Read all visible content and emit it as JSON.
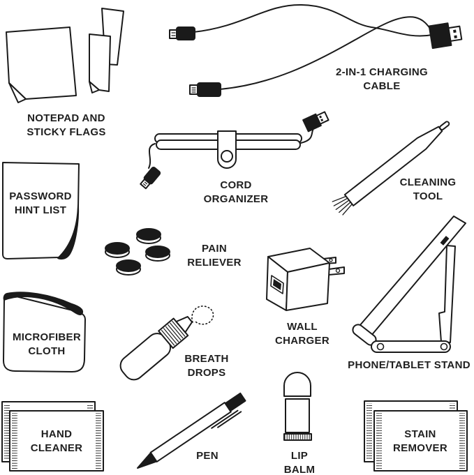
{
  "figure": {
    "background": "#ffffff",
    "line_color": "#1a1a1a",
    "description_items_count": "14"
  },
  "items": [
    {
      "id": "notepad-and-sticky-flags",
      "lines": [
        "NOTEPAD AND",
        "STICKY FLAGS"
      ]
    },
    {
      "id": "charging-cable",
      "lines": [
        "2-IN-1 CHARGING",
        "CABLE"
      ]
    },
    {
      "id": "password-hint-list",
      "lines": [
        "PASSWORD",
        "HINT LIST"
      ]
    },
    {
      "id": "cord-organizer",
      "lines": [
        "CORD",
        "ORGANIZER"
      ]
    },
    {
      "id": "cleaning-tool",
      "lines": [
        "CLEANING",
        "TOOL"
      ]
    },
    {
      "id": "pain-reliever",
      "lines": [
        "PAIN",
        "RELIEVER"
      ]
    },
    {
      "id": "microfiber-cloth",
      "lines": [
        "MICROFIBER",
        "CLOTH"
      ]
    },
    {
      "id": "wall-charger",
      "lines": [
        "WALL",
        "CHARGER"
      ]
    },
    {
      "id": "phone-tablet-stand",
      "lines": [
        "PHONE/TABLET STAND"
      ]
    },
    {
      "id": "breath-drops",
      "lines": [
        "BREATH",
        "DROPS"
      ]
    },
    {
      "id": "hand-cleaner",
      "lines": [
        "HAND",
        "CLEANER"
      ]
    },
    {
      "id": "pen",
      "lines": [
        "PEN"
      ]
    },
    {
      "id": "lip-balm",
      "lines": [
        "LIP",
        "BALM"
      ]
    },
    {
      "id": "stain-remover",
      "lines": [
        "STAIN",
        "REMOVER"
      ]
    }
  ]
}
